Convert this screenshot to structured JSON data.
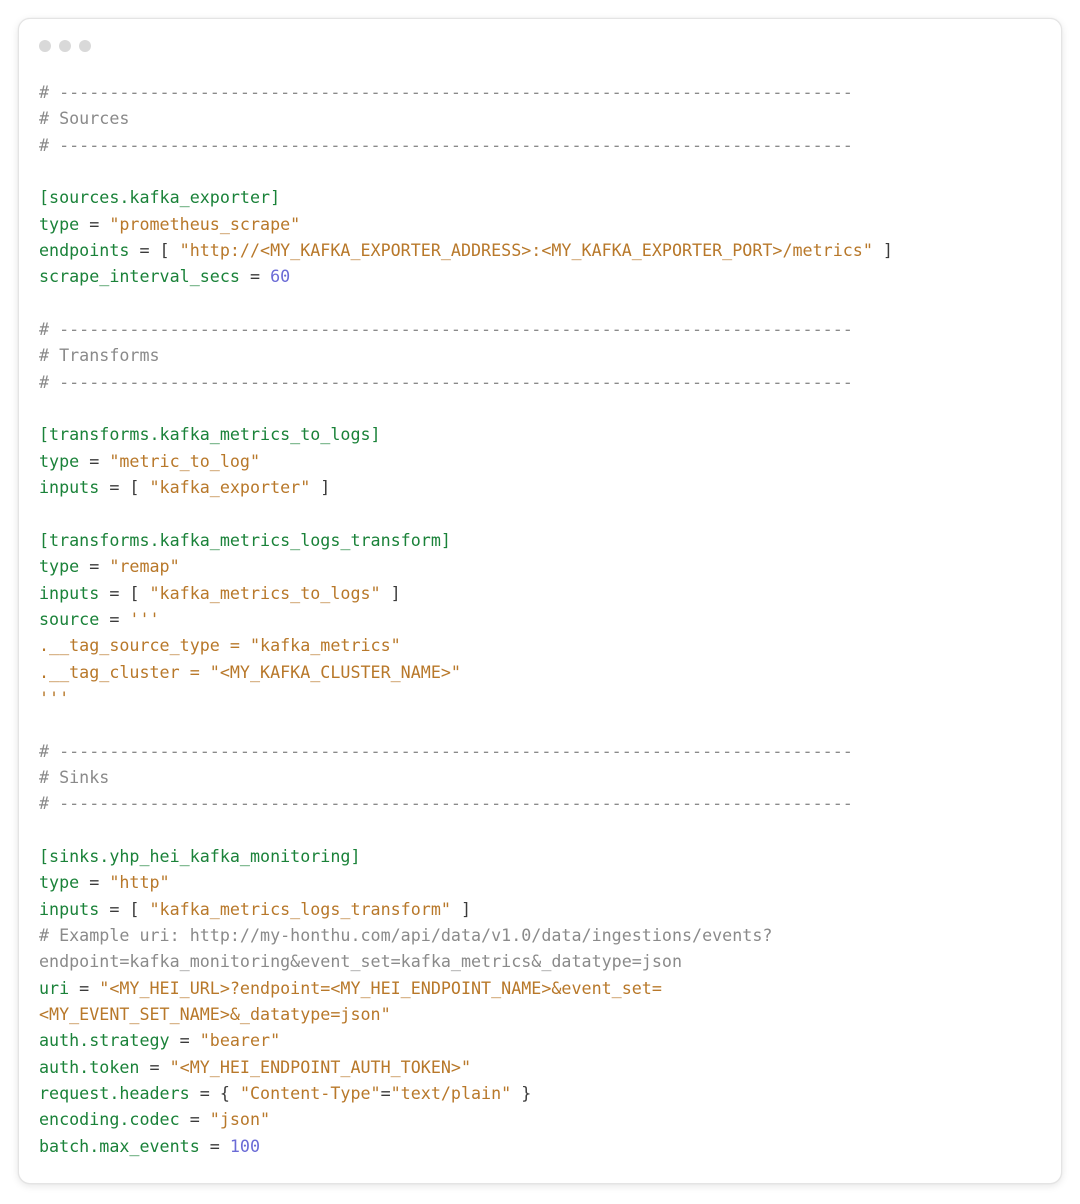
{
  "colors": {
    "key": "#1a8239",
    "string": "#b8782a",
    "number": "#6b6bd6",
    "comment": "#8a8a8a",
    "punctuation": "#3a3a3a",
    "window_dot": "#d9d9d9"
  },
  "code": {
    "lines": [
      [
        {
          "t": "# -------------------------------------------------------------------------------",
          "c": "cmt"
        }
      ],
      [
        {
          "t": "# Sources",
          "c": "cmt"
        }
      ],
      [
        {
          "t": "# -------------------------------------------------------------------------------",
          "c": "cmt"
        }
      ],
      [],
      [
        {
          "t": "[sources.kafka_exporter]",
          "c": "key"
        }
      ],
      [
        {
          "t": "type",
          "c": "key"
        },
        {
          "t": " = ",
          "c": "punc"
        },
        {
          "t": "\"prometheus_scrape\"",
          "c": "str"
        }
      ],
      [
        {
          "t": "endpoints",
          "c": "key"
        },
        {
          "t": " = [ ",
          "c": "punc"
        },
        {
          "t": "\"http://<MY_KAFKA_EXPORTER_ADDRESS>:<MY_KAFKA_EXPORTER_PORT>/metrics\"",
          "c": "str"
        },
        {
          "t": " ]",
          "c": "punc"
        }
      ],
      [
        {
          "t": "scrape_interval_secs",
          "c": "key"
        },
        {
          "t": " = ",
          "c": "punc"
        },
        {
          "t": "60",
          "c": "num"
        }
      ],
      [],
      [
        {
          "t": "# -------------------------------------------------------------------------------",
          "c": "cmt"
        }
      ],
      [
        {
          "t": "# Transforms",
          "c": "cmt"
        }
      ],
      [
        {
          "t": "# -------------------------------------------------------------------------------",
          "c": "cmt"
        }
      ],
      [],
      [
        {
          "t": "[transforms.kafka_metrics_to_logs]",
          "c": "key"
        }
      ],
      [
        {
          "t": "type",
          "c": "key"
        },
        {
          "t": " = ",
          "c": "punc"
        },
        {
          "t": "\"metric_to_log\"",
          "c": "str"
        }
      ],
      [
        {
          "t": "inputs",
          "c": "key"
        },
        {
          "t": " = [ ",
          "c": "punc"
        },
        {
          "t": "\"kafka_exporter\"",
          "c": "str"
        },
        {
          "t": " ]",
          "c": "punc"
        }
      ],
      [],
      [
        {
          "t": "[transforms.kafka_metrics_logs_transform]",
          "c": "key"
        }
      ],
      [
        {
          "t": "type",
          "c": "key"
        },
        {
          "t": " = ",
          "c": "punc"
        },
        {
          "t": "\"remap\"",
          "c": "str"
        }
      ],
      [
        {
          "t": "inputs",
          "c": "key"
        },
        {
          "t": " = [ ",
          "c": "punc"
        },
        {
          "t": "\"kafka_metrics_to_logs\"",
          "c": "str"
        },
        {
          "t": " ]",
          "c": "punc"
        }
      ],
      [
        {
          "t": "source",
          "c": "key"
        },
        {
          "t": " = ",
          "c": "punc"
        },
        {
          "t": "'''",
          "c": "str"
        }
      ],
      [
        {
          "t": ".__tag_source_type = \"kafka_metrics\"",
          "c": "str"
        }
      ],
      [
        {
          "t": ".__tag_cluster = \"<MY_KAFKA_CLUSTER_NAME>\"",
          "c": "str"
        }
      ],
      [
        {
          "t": "'''",
          "c": "str"
        }
      ],
      [],
      [
        {
          "t": "# -------------------------------------------------------------------------------",
          "c": "cmt"
        }
      ],
      [
        {
          "t": "# Sinks",
          "c": "cmt"
        }
      ],
      [
        {
          "t": "# -------------------------------------------------------------------------------",
          "c": "cmt"
        }
      ],
      [],
      [
        {
          "t": "[sinks.yhp_hei_kafka_monitoring]",
          "c": "key"
        }
      ],
      [
        {
          "t": "type",
          "c": "key"
        },
        {
          "t": " = ",
          "c": "punc"
        },
        {
          "t": "\"http\"",
          "c": "str"
        }
      ],
      [
        {
          "t": "inputs",
          "c": "key"
        },
        {
          "t": " = [ ",
          "c": "punc"
        },
        {
          "t": "\"kafka_metrics_logs_transform\"",
          "c": "str"
        },
        {
          "t": " ]",
          "c": "punc"
        }
      ],
      [
        {
          "t": "# Example uri: http://my-honthu.com/api/data/v1.0/data/ingestions/events?",
          "c": "cmt"
        }
      ],
      [
        {
          "t": "endpoint=kafka_monitoring&event_set=kafka_metrics&_datatype=json",
          "c": "cmt"
        }
      ],
      [
        {
          "t": "uri",
          "c": "key"
        },
        {
          "t": " = ",
          "c": "punc"
        },
        {
          "t": "\"<MY_HEI_URL>?endpoint=<MY_HEI_ENDPOINT_NAME>&event_set=",
          "c": "str"
        }
      ],
      [
        {
          "t": "<MY_EVENT_SET_NAME>&_datatype=json\"",
          "c": "str"
        }
      ],
      [
        {
          "t": "auth.strategy",
          "c": "key"
        },
        {
          "t": " = ",
          "c": "punc"
        },
        {
          "t": "\"bearer\"",
          "c": "str"
        }
      ],
      [
        {
          "t": "auth.token",
          "c": "key"
        },
        {
          "t": " = ",
          "c": "punc"
        },
        {
          "t": "\"<MY_HEI_ENDPOINT_AUTH_TOKEN>\"",
          "c": "str"
        }
      ],
      [
        {
          "t": "request.headers",
          "c": "key"
        },
        {
          "t": " = { ",
          "c": "punc"
        },
        {
          "t": "\"Content-Type\"",
          "c": "str"
        },
        {
          "t": "=",
          "c": "punc"
        },
        {
          "t": "\"text/plain\"",
          "c": "str"
        },
        {
          "t": " }",
          "c": "punc"
        }
      ],
      [
        {
          "t": "encoding.codec",
          "c": "key"
        },
        {
          "t": " = ",
          "c": "punc"
        },
        {
          "t": "\"json\"",
          "c": "str"
        }
      ],
      [
        {
          "t": "batch.max_events",
          "c": "key"
        },
        {
          "t": " = ",
          "c": "punc"
        },
        {
          "t": "100",
          "c": "num"
        }
      ]
    ]
  }
}
